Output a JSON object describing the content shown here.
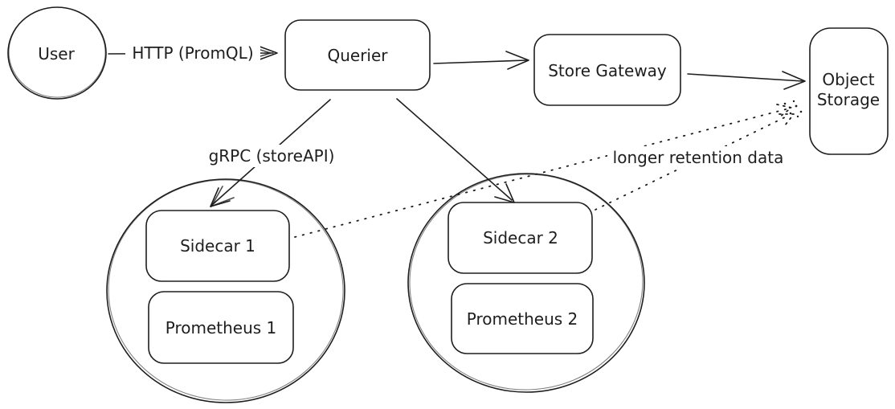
{
  "nodes": {
    "user": "User",
    "querier": "Querier",
    "store_gateway": "Store Gateway",
    "object_storage_line1": "Object",
    "object_storage_line2": "Storage",
    "sidecar1": "Sidecar 1",
    "prometheus1": "Prometheus 1",
    "sidecar2": "Sidecar 2",
    "prometheus2": "Prometheus 2"
  },
  "edge_labels": {
    "user_to_querier": "HTTP (PromQL)",
    "querier_to_sidecars": "gRPC (storeAPI)",
    "sidecars_to_object_storage": "longer retention data"
  },
  "colors": {
    "stroke": "#1e1e1e",
    "background": "#ffffff"
  }
}
